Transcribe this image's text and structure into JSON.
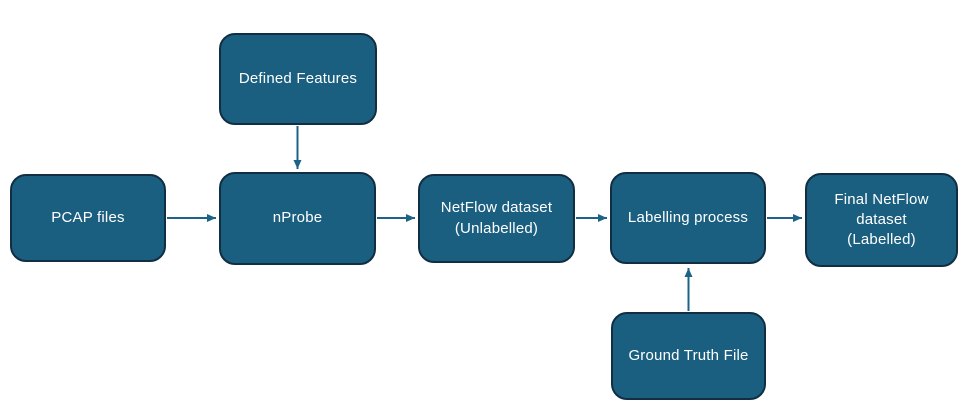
{
  "diagram": {
    "type": "flowchart",
    "colors": {
      "node_fill": "#1A5F80",
      "node_border": "#112E42",
      "node_text": "#FFFFFF",
      "arrow": "#1D6387",
      "background": "#FFFFFF"
    },
    "nodes": [
      {
        "id": "defined-features",
        "label": "Defined Features"
      },
      {
        "id": "pcap-files",
        "label": "PCAP files"
      },
      {
        "id": "nprobe",
        "label": "nProbe"
      },
      {
        "id": "netflow-dataset-unlabelled",
        "label": "NetFlow dataset\n(Unlabelled)"
      },
      {
        "id": "labelling-process",
        "label": "Labelling process"
      },
      {
        "id": "final-netflow-dataset-labelled",
        "label": "Final NetFlow\ndataset\n(Labelled)"
      },
      {
        "id": "ground-truth-file",
        "label": "Ground Truth File"
      }
    ],
    "edges": [
      {
        "from": "defined-features",
        "to": "nprobe",
        "direction": "down"
      },
      {
        "from": "pcap-files",
        "to": "nprobe",
        "direction": "right"
      },
      {
        "from": "nprobe",
        "to": "netflow-dataset-unlabelled",
        "direction": "right"
      },
      {
        "from": "netflow-dataset-unlabelled",
        "to": "labelling-process",
        "direction": "right"
      },
      {
        "from": "labelling-process",
        "to": "final-netflow-dataset-labelled",
        "direction": "right"
      },
      {
        "from": "ground-truth-file",
        "to": "labelling-process",
        "direction": "up"
      }
    ]
  }
}
